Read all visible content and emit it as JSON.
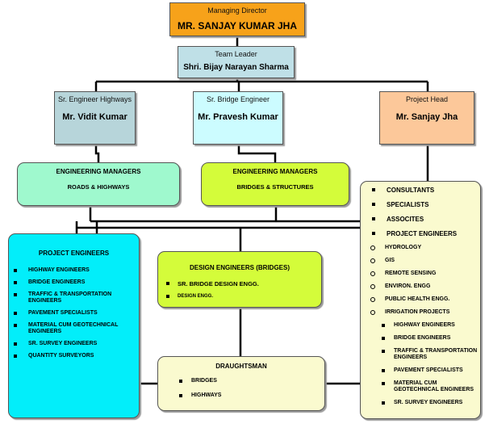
{
  "managing_director": {
    "role": "Managing Director",
    "name": "MR. SANJAY KUMAR JHA"
  },
  "team_leader": {
    "role": "Team Leader",
    "name": "Shri. Bijay Narayan Sharma"
  },
  "highways_engineer": {
    "role": "Sr. Engineer Highways",
    "name": "Mr. Vidit Kumar"
  },
  "bridge_engineer": {
    "role": "Sr. Bridge Engineer",
    "name": "Mr. Pravesh Kumar"
  },
  "project_head": {
    "role": "Project Head",
    "name": "Mr. Sanjay Jha"
  },
  "eng_managers_roads": {
    "title": "ENGINEERING MANAGERS",
    "subtitle": "ROADS & HIGHWAYS"
  },
  "eng_managers_bridges": {
    "title": "ENGINEERING MANAGERS",
    "subtitle": "BRIDGES & STRUCTURES"
  },
  "project_engineers": {
    "title": "PROJECT ENGINEERS",
    "items": [
      "HIGHWAY ENGINEERS",
      "BRIDGE ENGINEERS",
      "TRAFFIC & TRANSPORTATION ENGINEERS",
      "PAVEMENT SPECIALISTS",
      "MATERIAL CUM GEOTECHNICAL ENGINEERS",
      "SR. SURVEY ENGINEERS",
      "QUANTITY SURVEYORS"
    ]
  },
  "design_engineers": {
    "title": "DESIGN ENGINEERS (BRIDGES)",
    "items": [
      "SR. BRIDGE DESIGN ENGG.",
      "DESIGN ENGG."
    ]
  },
  "draughtsman": {
    "title": "DRAUGHTSMAN",
    "items": [
      "BRIDGES",
      "HIGHWAYS"
    ]
  },
  "consultants": {
    "top_items": [
      "CONSULTANTS",
      "SPECIALISTS",
      "ASSOCITES",
      "PROJECT ENGINEERS"
    ],
    "sub_items": [
      "HYDROLOGY",
      "GIS",
      "REMOTE SENSING",
      "ENVIRON. ENGG",
      "PUBLIC HEALTH ENGG.",
      "IRRIGATION PROJECTS"
    ],
    "engineer_items": [
      "HIGHWAY ENGINEERS",
      "BRIDGE ENGINEERS",
      "TRAFFIC & TRANSPORTATION ENGINEERS",
      "PAVEMENT SPECIALISTS",
      "MATERIAL CUM GEOTECHNICAL ENGINEERS",
      "SR. SURVEY ENGINEERS"
    ]
  },
  "colors": {
    "managing_director": "#f7a21a",
    "team_leader": "#bfe0e7",
    "highways": "#b7d5da",
    "bridges": "#ccfcff",
    "project_head": "#fcc89a",
    "roads_managers": "#9ff9ce",
    "lime": "#d4fc3a",
    "project_engineers": "#02eefa",
    "cream": "#fafacf"
  }
}
